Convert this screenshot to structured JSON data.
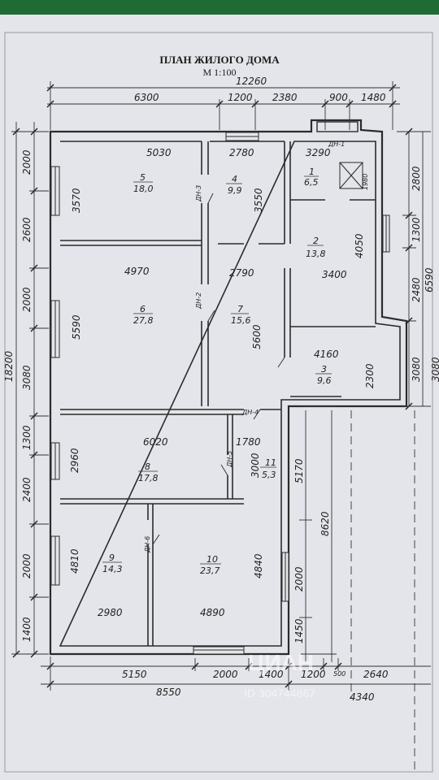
{
  "plan": {
    "title": "ПЛАН ЖИЛОГО ДОМА",
    "scale": "М 1:100"
  },
  "dims_top": {
    "total": "12260",
    "segments": [
      "6300",
      "1200",
      "2380",
      "900",
      "1480"
    ]
  },
  "dims_bottom": {
    "row1": [
      "5150",
      "2000",
      "1400",
      "1200",
      "500",
      "2640"
    ],
    "row2_left": "8550",
    "row2_right": "4340"
  },
  "dims_left": {
    "total": "18200",
    "segments": [
      "2000",
      "2600",
      "2000",
      "3080",
      "1300",
      "2400",
      "2000",
      "1400"
    ]
  },
  "dims_right": {
    "outer": "6590",
    "inner": [
      "2800",
      "1300",
      "2480",
      "3080"
    ],
    "third": "3080"
  },
  "dims_ext": {
    "d5170": "5170",
    "d8620": "8620",
    "d2000": "2000",
    "d1450": "1450"
  },
  "rooms": [
    {
      "num": "1",
      "area": "6,5"
    },
    {
      "num": "2",
      "area": "13,8"
    },
    {
      "num": "3",
      "area": "9,6"
    },
    {
      "num": "4",
      "area": "9,9"
    },
    {
      "num": "5",
      "area": "18,0"
    },
    {
      "num": "6",
      "area": "27,8"
    },
    {
      "num": "7",
      "area": "15,6"
    },
    {
      "num": "8",
      "area": "17,8"
    },
    {
      "num": "9",
      "area": "14,3"
    },
    {
      "num": "10",
      "area": "23,7"
    },
    {
      "num": "11",
      "area": "5,3"
    }
  ],
  "inner_dims": {
    "w5030": "5030",
    "w2780": "2780",
    "w3290": "3290",
    "h3570": "3570",
    "h3550": "3550",
    "w1980": "1980",
    "h4050": "4050",
    "w4970": "4970",
    "w2790": "2790",
    "w3400": "3400",
    "h5590": "5590",
    "h5600": "5600",
    "w4160": "4160",
    "h2300": "2300",
    "w6020": "6020",
    "w1780": "1780",
    "h2960": "2960",
    "h3000": "3000",
    "h4810": "4810",
    "h4840": "4840",
    "w2980": "2980",
    "w4890": "4890"
  },
  "doors": {
    "dn1": "ДН-1",
    "dn2": "ДН-2",
    "dn3": "ДН-3",
    "dn4": "ДН-4",
    "dn5": "ДН-5",
    "dn6": "ДН-6"
  },
  "watermark": {
    "brand": "ЦИАН",
    "id": "ID 304744867"
  }
}
